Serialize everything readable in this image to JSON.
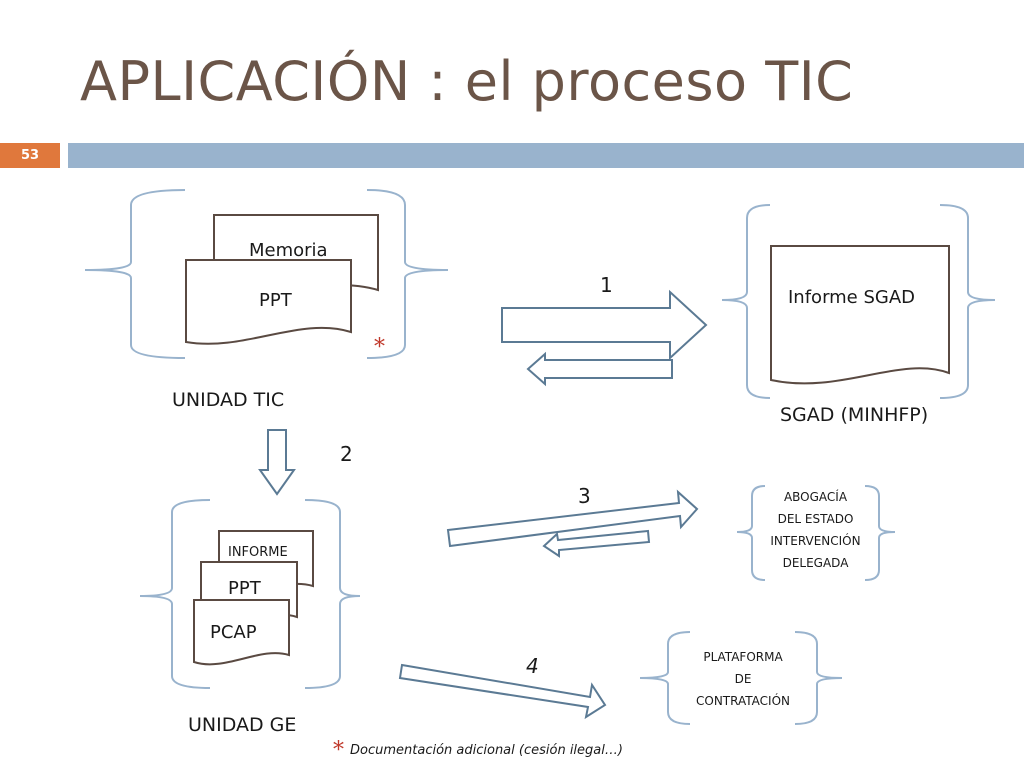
{
  "slide": {
    "title": "APLICACIÓN : el proceso TIC",
    "number": "53",
    "accent_color": "#e0783c",
    "bar_color": "#99b3cd",
    "title_color": "#6b5548",
    "line_color": "#5b7a94"
  },
  "unidad_tic": {
    "doc_back": "Memoria",
    "doc_front": "PPT",
    "star": "*",
    "caption": "UNIDAD  TIC"
  },
  "sgad": {
    "doc": "Informe SGAD",
    "caption": "SGAD (MINHFP)"
  },
  "unidad_ge": {
    "doc_back": "INFORME",
    "doc_mid": "PPT",
    "doc_front": "PCAP",
    "caption": "UNIDAD  GE"
  },
  "abogacia": {
    "line1": "ABOGACÍA",
    "line2": "DEL ESTADO",
    "line3": "INTERVENCIÓN",
    "line4": "DELEGADA"
  },
  "plataforma": {
    "line1": "PLATAFORMA",
    "line2": "DE",
    "line3": "CONTRATACIÓN"
  },
  "steps": {
    "s1": "1",
    "s2": "2",
    "s3": "3",
    "s4": "4"
  },
  "footnote": {
    "star": "*",
    "text": "Documentación adicional (cesión ilegal…)"
  }
}
